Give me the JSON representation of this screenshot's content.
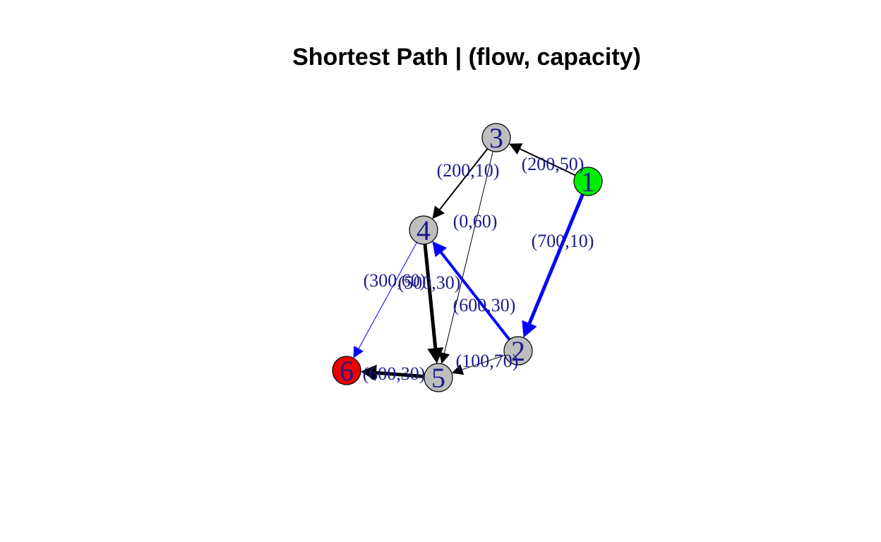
{
  "title": "Shortest Path | (flow, capacity)",
  "colors": {
    "path_edge": "#0000ff",
    "edge": "#000000",
    "node_default": "#bebebe",
    "node_source": "#00ee00",
    "node_sink": "#ee0000",
    "label": "#1a1a8c"
  },
  "nodes": [
    {
      "id": "1",
      "label": "1",
      "role": "source"
    },
    {
      "id": "2",
      "label": "2",
      "role": "default"
    },
    {
      "id": "3",
      "label": "3",
      "role": "default"
    },
    {
      "id": "4",
      "label": "4",
      "role": "default"
    },
    {
      "id": "5",
      "label": "5",
      "role": "default"
    },
    {
      "id": "6",
      "label": "6",
      "role": "sink"
    }
  ],
  "edges": [
    {
      "from": "1",
      "to": "3",
      "label": "(200,50)",
      "on_path": false,
      "weight": 2
    },
    {
      "from": "1",
      "to": "2",
      "label": "(700,10)",
      "on_path": true,
      "weight": 5
    },
    {
      "from": "3",
      "to": "4",
      "label": "(200,10)",
      "on_path": false,
      "weight": 2
    },
    {
      "from": "3",
      "to": "5",
      "label": "(0,60)",
      "on_path": false,
      "weight": 1
    },
    {
      "from": "2",
      "to": "4",
      "label": "(600,30)",
      "on_path": true,
      "weight": 4
    },
    {
      "from": "2",
      "to": "5",
      "label": "(100,70)",
      "on_path": false,
      "weight": 1
    },
    {
      "from": "4",
      "to": "5",
      "label": "(500,30)",
      "on_path": false,
      "weight": 5
    },
    {
      "from": "4",
      "to": "6",
      "label": "(300,60)",
      "on_path": true,
      "weight": 1
    },
    {
      "from": "5",
      "to": "6",
      "label": "(600,30)",
      "on_path": false,
      "weight": 5
    }
  ]
}
